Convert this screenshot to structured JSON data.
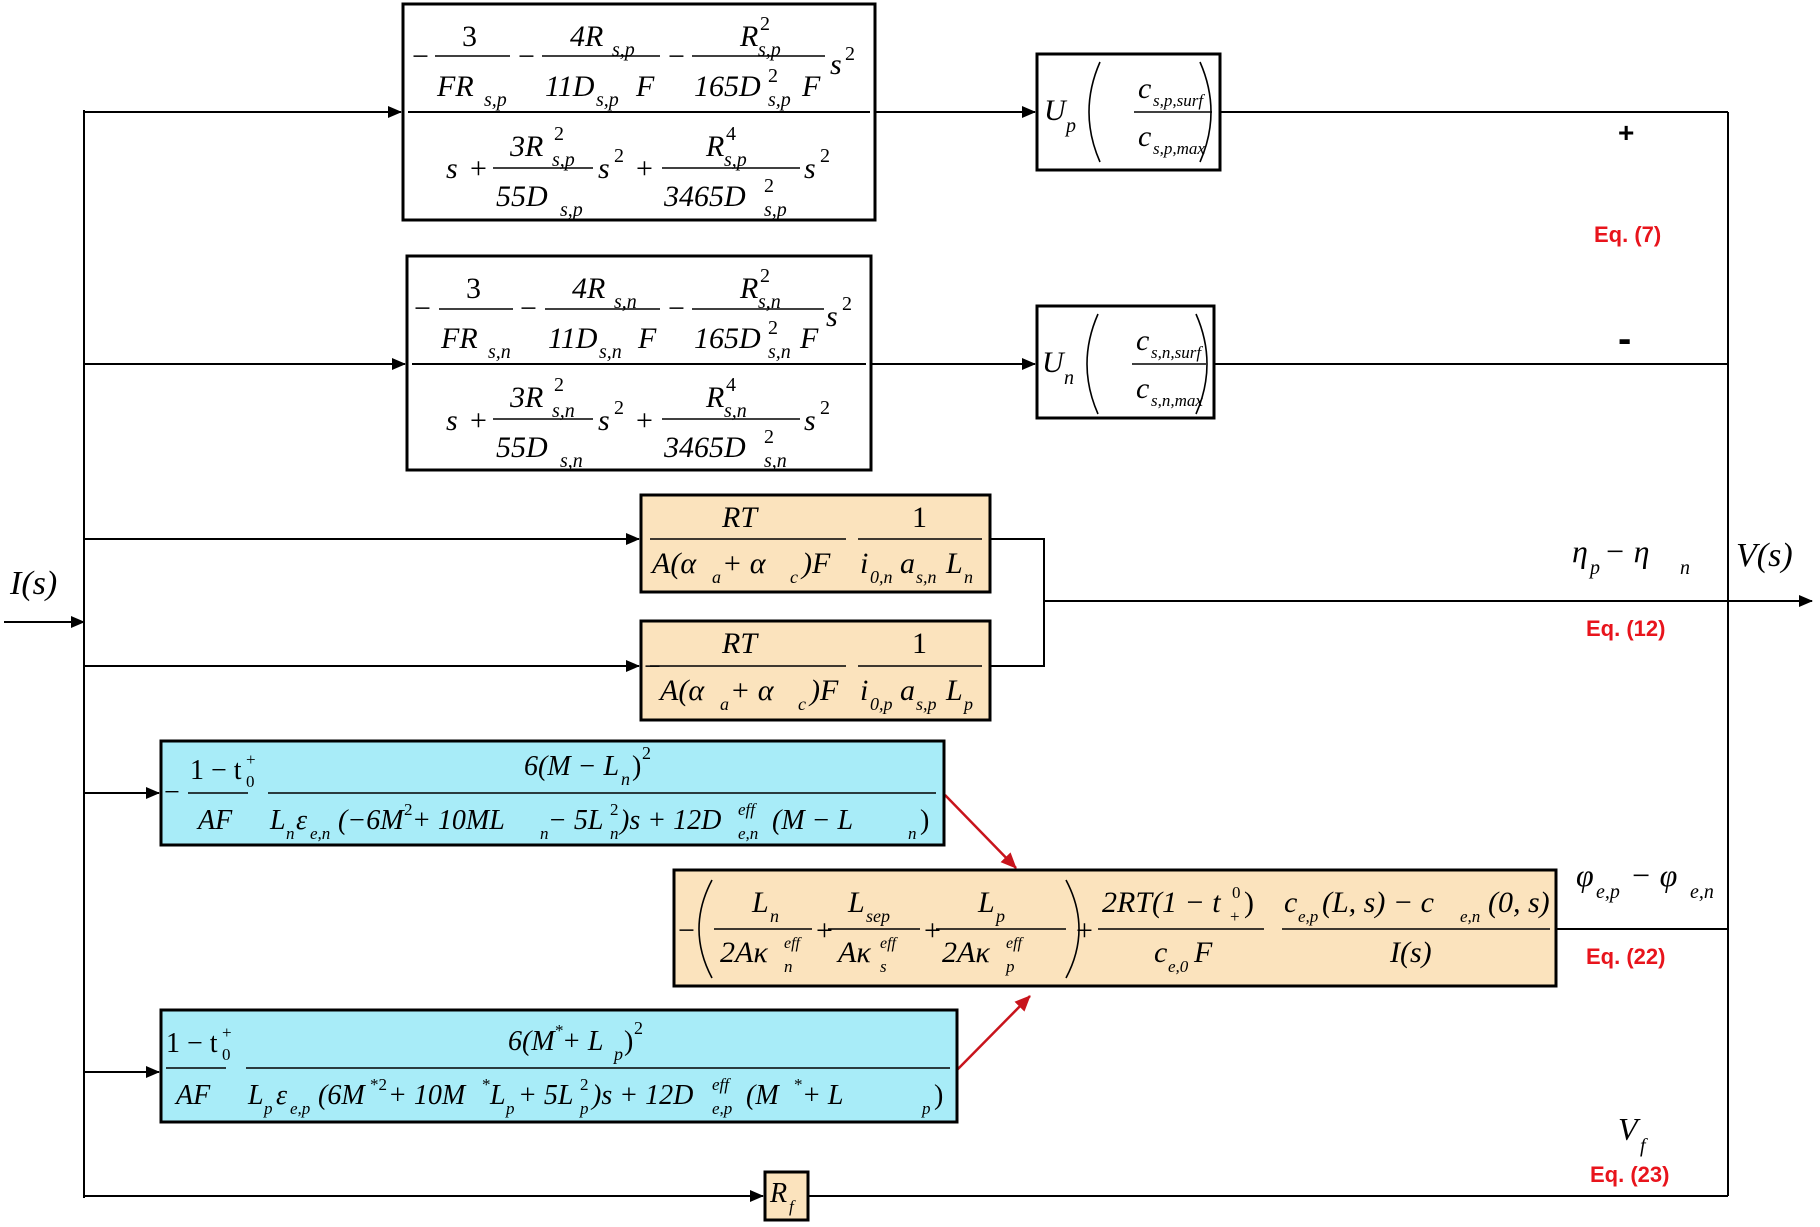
{
  "input": {
    "label": "I(s)"
  },
  "output": {
    "label": "V(s)"
  },
  "signs": {
    "plus": "+",
    "minus": "-"
  },
  "colors": {
    "line": "#000000",
    "red_arrow": "#c8141c",
    "eq_label": "#e8141c",
    "kinetics_fill": "#fbe3bd",
    "electrolyte_fill": "#a8ecf8",
    "plain_fill": "#ffffff"
  },
  "blocks": {
    "solid_p": {
      "num": [
        "−",
        "3",
        "FR",
        "s,p",
        "−",
        "4R",
        "s,p",
        "11D",
        "s,p",
        "F",
        "−",
        "R",
        "2",
        "s,p",
        "165D",
        "2",
        "s,p",
        "F",
        "s",
        "2"
      ],
      "den": [
        "s",
        "+",
        "3R",
        "2",
        "s,p",
        "55D",
        "s,p",
        "s",
        "2",
        "+",
        "R",
        "4",
        "s,p",
        "3465D",
        "2",
        "s,p",
        "s",
        "2"
      ]
    },
    "solid_n": {
      "num": [
        "−",
        "3",
        "FR",
        "s,n",
        "−",
        "4R",
        "s,n",
        "11D",
        "s,n",
        "F",
        "−",
        "R",
        "2",
        "s,n",
        "165D",
        "2",
        "s,n",
        "F",
        "s",
        "2"
      ],
      "den": [
        "s",
        "+",
        "3R",
        "2",
        "s,n",
        "55D",
        "s,n",
        "s",
        "2",
        "+",
        "R",
        "4",
        "s,n",
        "3465D",
        "2",
        "s,n",
        "s",
        "2"
      ]
    },
    "ocv_p": {
      "fn": "U",
      "fn_sub": "p",
      "num": "c",
      "num_sub": "s,p,surf",
      "den": "c",
      "den_sub": "s,p,max"
    },
    "ocv_n": {
      "fn": "U",
      "fn_sub": "n",
      "num": "c",
      "num_sub": "s,n,surf",
      "den": "c",
      "den_sub": "s,n,max"
    },
    "kin_n": {
      "a_num": "RT",
      "a_den": "A(α",
      "a_sub": "a",
      "a_mid": " + α",
      "a_sub2": "c",
      "a_end": ")F",
      "b_num": "1",
      "b_den": "i",
      "b_sub": "0,n",
      "b_mid": "a",
      "b_sub2": "s,n",
      "b_end": "L",
      "b_sub3": "n"
    },
    "kin_p": {
      "sign": "−",
      "a_num": "RT",
      "a_den": "A(α",
      "a_sub": "a",
      "a_mid": " + α",
      "a_sub2": "c",
      "a_end": ")F",
      "b_num": "1",
      "b_den": "i",
      "b_sub": "0,p",
      "b_mid": "a",
      "b_sub2": "s,p",
      "b_end": "L",
      "b_sub3": "p"
    },
    "elec_n": {
      "sign": "−",
      "f1_num": "1 − t",
      "f1_sup": "+",
      "f1_sub": "0",
      "f1_den": "AF",
      "f2_num": "6(M − L",
      "f2_num_sub": "n",
      "f2_num_end": ")",
      "f2_num_sup": "2",
      "f2_den": "L",
      "f2_den_sub": "n",
      "f2_den_b": "ε",
      "f2_den_sub2": "e,n",
      "f2_den_c": "(−6M",
      "f2_den_sup": "2",
      "f2_den_d": " + 10ML",
      "f2_den_sub3": "n",
      "f2_den_e": " − 5L",
      "f2_den_sup2": "2",
      "f2_den_sub4": "n",
      "f2_den_f": ")s + 12D",
      "f2_den_sup3": "eff",
      "f2_den_sub5": "e,n",
      "f2_den_g": "(M − L",
      "f2_den_sub6": "n",
      "f2_den_h": ")"
    },
    "elec_p": {
      "f1_num": "1 − t",
      "f1_sup": "+",
      "f1_sub": "0",
      "f1_den": "AF",
      "f2_num": "6(M",
      "f2_num_star": "*",
      "f2_num_b": " + L",
      "f2_num_sub": "p",
      "f2_num_end": ")",
      "f2_num_sup": "2",
      "f2_den": "L",
      "f2_den_sub": "p",
      "f2_den_b": "ε",
      "f2_den_sub2": "e,p",
      "f2_den_c": "(6M",
      "f2_den_sup": "*2",
      "f2_den_d": " + 10M",
      "f2_den_star": "*",
      "f2_den_e": "L",
      "f2_den_sub3": "p",
      "f2_den_f": " + 5L",
      "f2_den_sup2": "2",
      "f2_den_sub4": "p",
      "f2_den_g": ")s + 12D",
      "f2_den_sup3": "eff",
      "f2_den_sub5": "e,p",
      "f2_den_h": "(M",
      "f2_den_star2": "*",
      "f2_den_i": " + L",
      "f2_den_sub6": "p",
      "f2_den_j": ")"
    },
    "phi": {
      "t1_num": "L",
      "t1_num_sub": "n",
      "t1_den": "2Aκ",
      "t1_den_sup": "eff",
      "t1_den_sub": "n",
      "t2_num": "L",
      "t2_num_sub": "sep",
      "t2_den": "Aκ",
      "t2_den_sup": "eff",
      "t2_den_sub": "s",
      "t3_num": "L",
      "t3_num_sub": "p",
      "t3_den": "2Aκ",
      "t3_den_sup": "eff",
      "t3_den_sub": "p",
      "t4_num": "2RT(1 − t",
      "t4_num_sup": "0",
      "t4_num_sub": "+",
      "t4_num_end": ")",
      "t4_den": "c",
      "t4_den_sub": "e,0",
      "t4_den_end": "F",
      "t5_num": "c",
      "t5_num_sub": "e,p",
      "t5_num_b": "(L, s) − c",
      "t5_num_sub2": "e,n",
      "t5_num_c": "(0, s)",
      "t5_den": "I(s)"
    },
    "film": {
      "sym": "R",
      "sub": "f"
    }
  },
  "labels": {
    "eta": {
      "a": "η",
      "a_sub": "p",
      "mid": " − η",
      "b_sub": "n"
    },
    "phi": {
      "a": "φ",
      "a_sub": "e,p",
      "mid": " − φ",
      "b_sub": "e,n"
    },
    "vf": {
      "a": "V",
      "a_sub": "f"
    }
  },
  "equations": {
    "eq7": "Eq. (7)",
    "eq12": "Eq. (12)",
    "eq22": "Eq. (22)",
    "eq23": "Eq. (23)"
  }
}
